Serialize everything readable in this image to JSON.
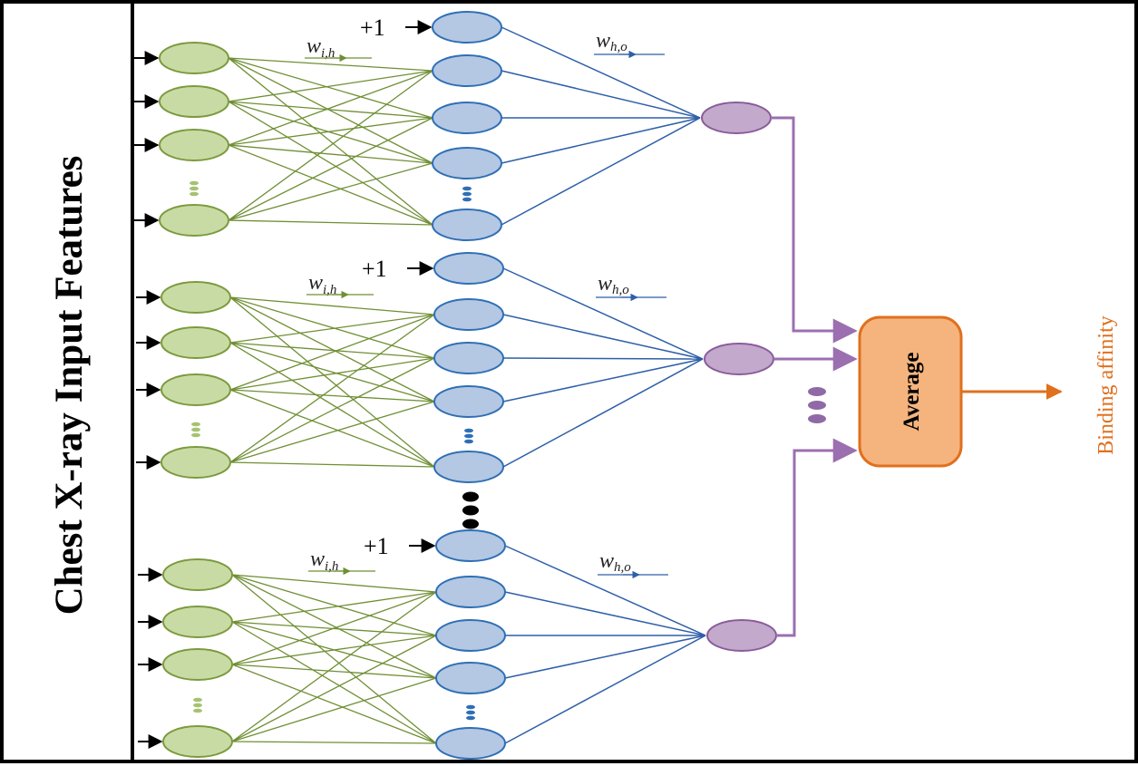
{
  "side_title": "Chest X-ray Input Features",
  "bias_label": "+1",
  "weight_input_hidden": {
    "base": "w",
    "sub": "i,h"
  },
  "weight_hidden_output": {
    "base": "w",
    "sub": "h,o"
  },
  "average_label": "Average",
  "output_label": "Binding affinity",
  "colors": {
    "input_fill": "#c9dba4",
    "input_stroke": "#7b9a3e",
    "input_lines": "#6f8f34",
    "hidden_fill": "#b4c7e3",
    "hidden_stroke": "#2e6fb5",
    "hidden_lines": "#2e5fa8",
    "output_fill": "#c3a9cc",
    "output_stroke": "#8a5c9a",
    "output_lines": "#9b6fb0",
    "average_fill": "#f5b47e",
    "average_stroke": "#e0701e",
    "output_arrow": "#e0701e"
  },
  "networks": [
    {
      "name": "network-1",
      "input_count": 4,
      "hidden_count": 5
    },
    {
      "name": "network-2",
      "input_count": 4,
      "hidden_count": 5
    },
    {
      "name": "network-3",
      "input_count": 4,
      "hidden_count": 5
    }
  ]
}
